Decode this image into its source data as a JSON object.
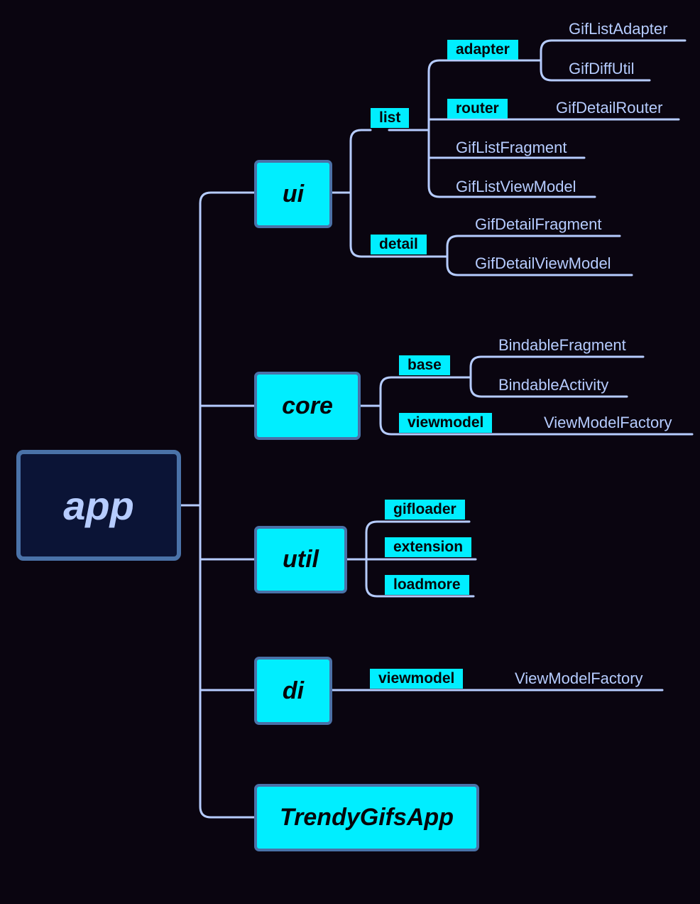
{
  "root": "app",
  "modules": {
    "ui": "ui",
    "core": "core",
    "util": "util",
    "di": "di",
    "app_class": "TrendyGifsApp"
  },
  "ui": {
    "list": {
      "label": "list",
      "adapter": {
        "label": "adapter",
        "children": [
          "GifListAdapter",
          "GifDiffUtil"
        ]
      },
      "router": {
        "label": "router",
        "child": "GifDetailRouter"
      },
      "files": [
        "GifListFragment",
        "GifListViewModel"
      ]
    },
    "detail": {
      "label": "detail",
      "children": [
        "GifDetailFragment",
        "GifDetailViewModel"
      ]
    }
  },
  "core": {
    "base": {
      "label": "base",
      "children": [
        "BindableFragment",
        "BindableActivity"
      ]
    },
    "viewmodel": {
      "label": "viewmodel",
      "child": "ViewModelFactory"
    }
  },
  "util": {
    "children": [
      "gifloader",
      "extension",
      "loadmore"
    ]
  },
  "di": {
    "viewmodel": {
      "label": "viewmodel",
      "child": "ViewModelFactory"
    }
  },
  "colors": {
    "background": "#0a0510",
    "node_fill": "#00eeff",
    "node_border": "#4a72a8",
    "line": "#b6ccff",
    "root_fill": "#0b1436"
  }
}
